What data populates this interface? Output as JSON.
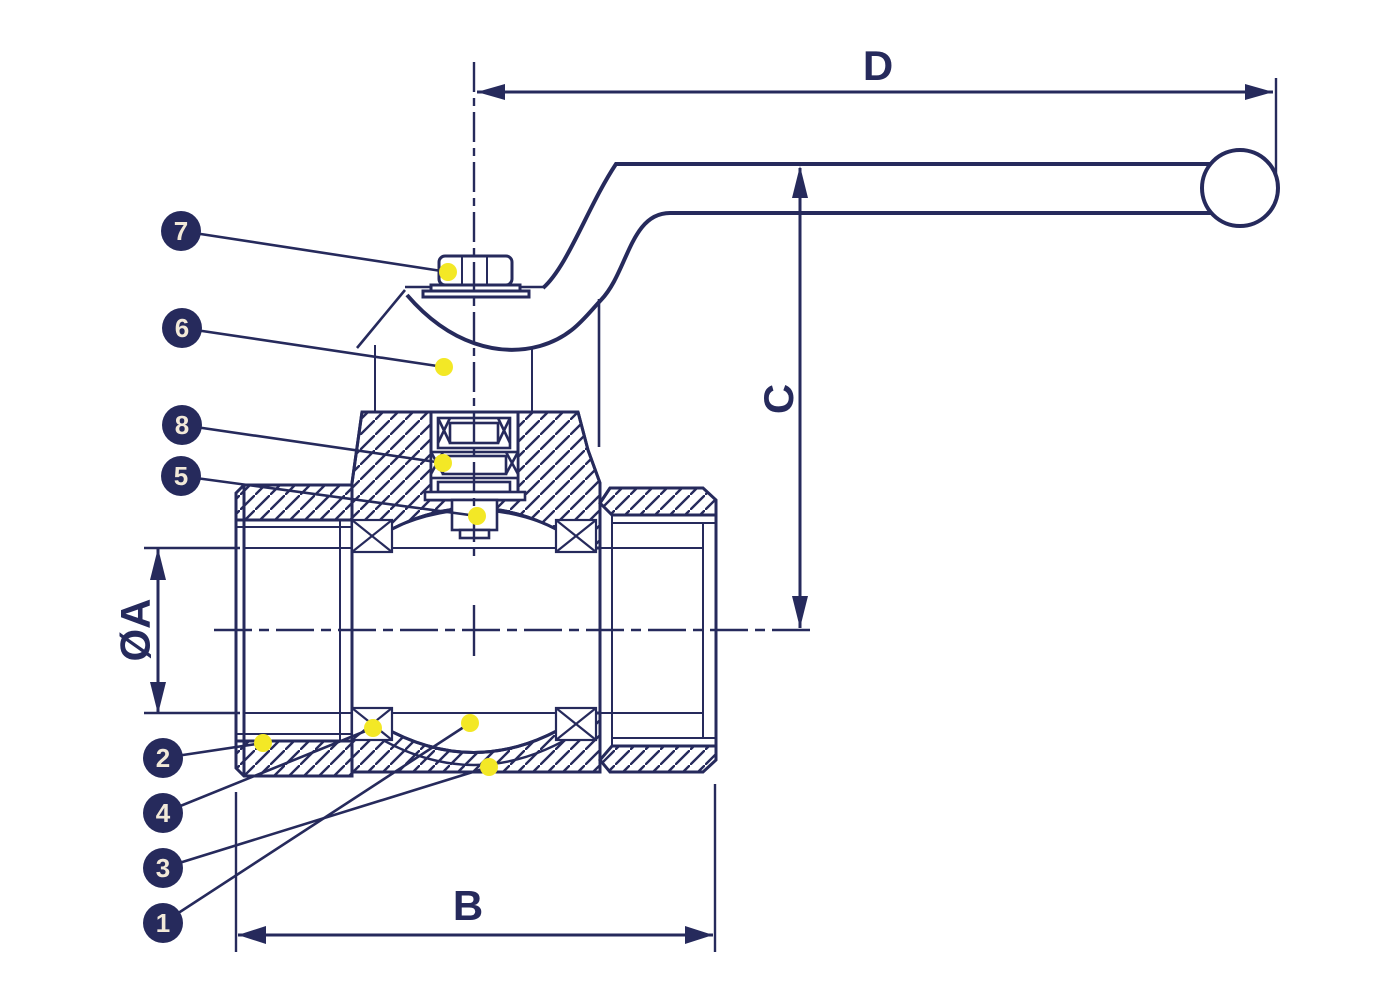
{
  "drawing": {
    "title": "Ball valve sectional diagram",
    "line_color": "#262a5c",
    "accent_yellow": "#f3e826",
    "callout_fill": "#262a5c",
    "callout_text_color": "#f2e9d8",
    "background": "#ffffff",
    "dim_labels": {
      "d": "D",
      "c": "C",
      "b": "B",
      "a": "ØA"
    },
    "callouts": [
      {
        "number": "7"
      },
      {
        "number": "6"
      },
      {
        "number": "8"
      },
      {
        "number": "5"
      },
      {
        "number": "2"
      },
      {
        "number": "4"
      },
      {
        "number": "3"
      },
      {
        "number": "1"
      }
    ]
  }
}
